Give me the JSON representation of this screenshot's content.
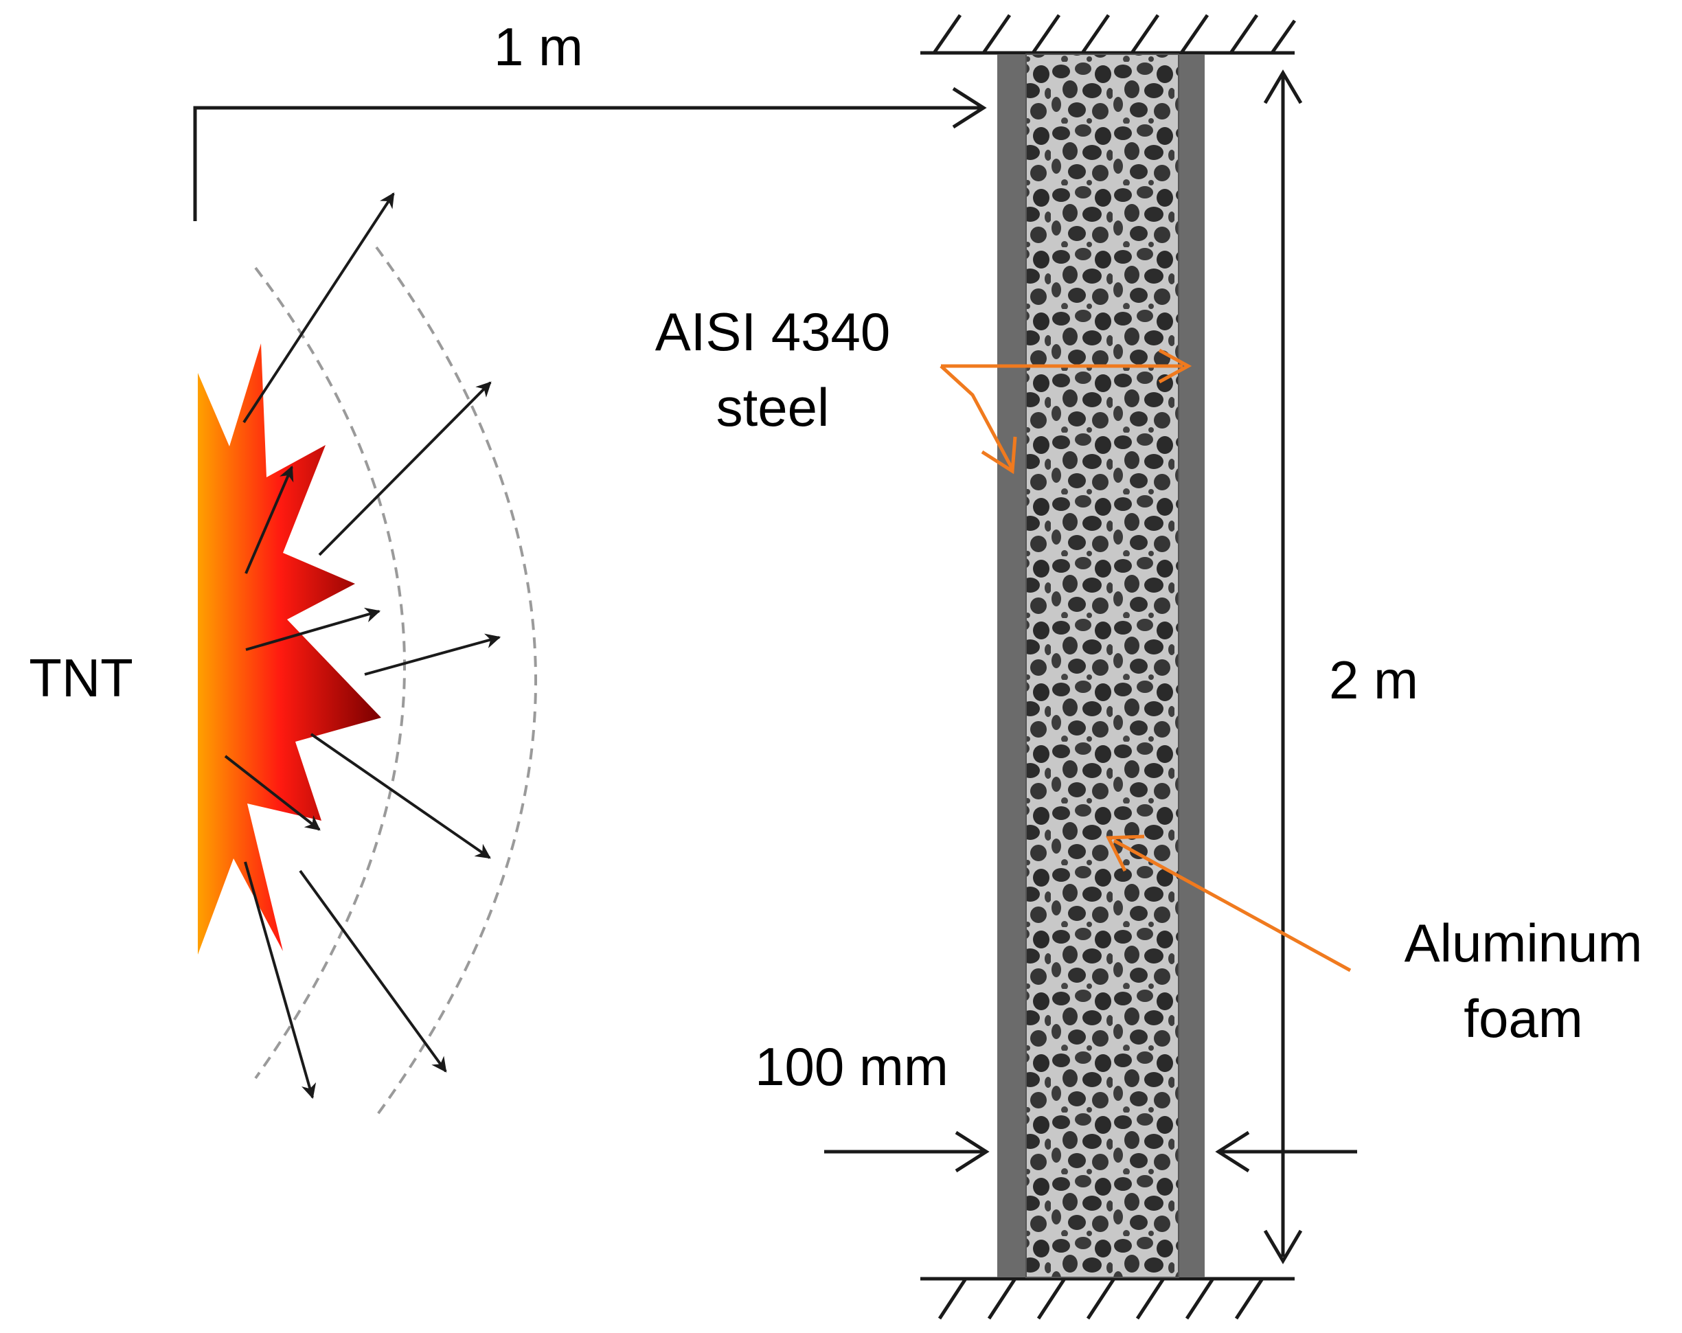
{
  "labels": {
    "standoff": "1 m",
    "charge": "TNT",
    "steel_line1": "AISI 4340",
    "steel_line2": "steel",
    "height": "2 m",
    "foam_line1": "Aluminum",
    "foam_line2": "foam",
    "thickness": "100 mm"
  },
  "colors": {
    "annotation_arrow": "#f07a1e",
    "steel_face": "#6b6b6b",
    "foam_core": "#3a3a3a",
    "blast_outer": "#ffa000",
    "blast_mid": "#ff1010",
    "blast_inner": "#8a0000",
    "line": "#1a1a1a",
    "shock_front": "#9a9a9a"
  }
}
